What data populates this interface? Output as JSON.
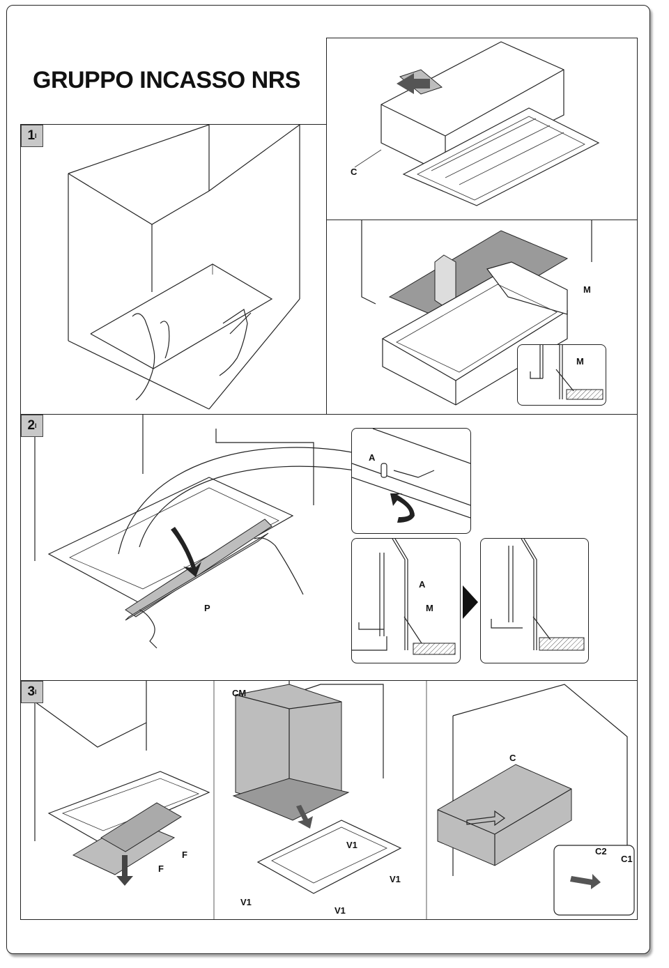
{
  "title": "GRUPPO INCASSO NRS",
  "steps": {
    "s1": "1",
    "s2": "2",
    "s3": "3",
    "sup": "I"
  },
  "labels": {
    "c_top": "C",
    "m_main": "M",
    "m_detail": "M",
    "a_detail": "A",
    "p_panel": "P",
    "a_side": "A",
    "m_side": "M",
    "cm": "CM",
    "f1": "F",
    "f2": "F",
    "v1_a": "V1",
    "v1_b": "V1",
    "v1_c": "V1",
    "v1_d": "V1",
    "c_box": "C",
    "c2": "C2",
    "c1": "C1"
  },
  "colors": {
    "fill_gray": "#bdbdbd",
    "step_box": "#c8c8c8",
    "line": "#222222"
  }
}
